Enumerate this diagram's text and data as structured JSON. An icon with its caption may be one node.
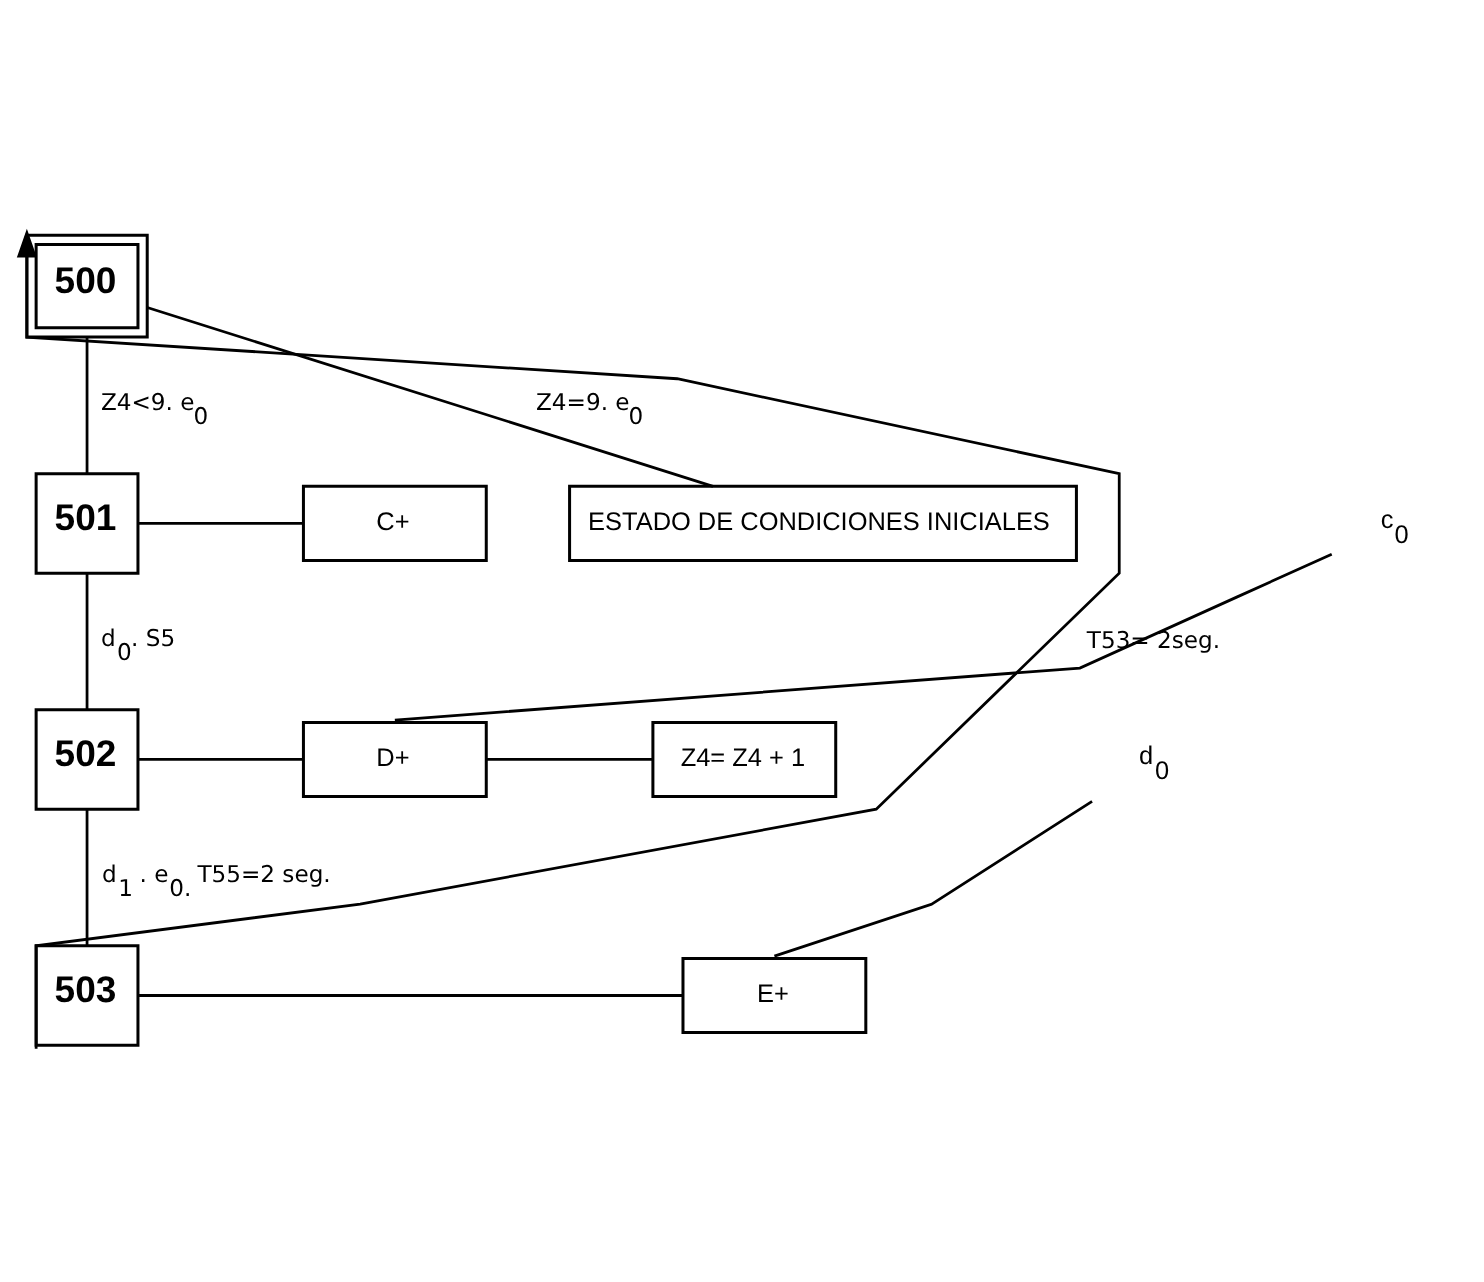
{
  "diagram": {
    "nodes": [
      {
        "text": [
          "500"
        ]
      },
      {
        "text": [
          "501"
        ]
      },
      {
        "text": [
          "C+"
        ]
      },
      {
        "text": [
          "ESTADO DE CONDICIONES INICIALES"
        ]
      },
      {
        "text": [
          "502"
        ]
      },
      {
        "text": [
          "c$_{0}$"
        ]
      },
      {
        "text": [
          "D+"
        ]
      },
      {
        "text": [
          "Z4= Z4 + 1"
        ]
      },
      {
        "text": [
          "503"
        ]
      },
      {
        "text": [
          "d$_{0}$"
        ]
      },
      {
        "text": [
          "E+"
        ]
      }
    ],
    "edges": [
      {
        "from": 0,
        "to": 1,
        "arrow": "none",
        "label": "Z4<9. e$_{0}$"
      },
      {
        "from": 0,
        "to": 3,
        "arrow": "none",
        "label": "Z4=9. e$_{0}$"
      },
      {
        "from": 1,
        "to": 2,
        "arrow": "none"
      },
      {
        "from": 1,
        "to": 4,
        "arrow": "none",
        "label": "d$_{0}$. S5"
      },
      {
        "from": 4,
        "to": 6,
        "arrow": "none"
      },
      {
        "from": 5,
        "to": 6,
        "arrow": "none"
      },
      {
        "from": 6,
        "to": 7,
        "arrow": "none"
      },
      {
        "from": 4,
        "to": 8,
        "arrow": "none",
        "label": "d$_{1}$ . e$_{0.}$ T55=2 seg."
      },
      {
        "from": 8,
        "to": 10,
        "arrow": "none"
      },
      {
        "from": 9,
        "to": 10,
        "arrow": "none"
      },
      {
        "from": 8,
        "to": 0,
        "arrow": "to",
        "label": "T53= 2seg."
      }
    ]
  }
}
